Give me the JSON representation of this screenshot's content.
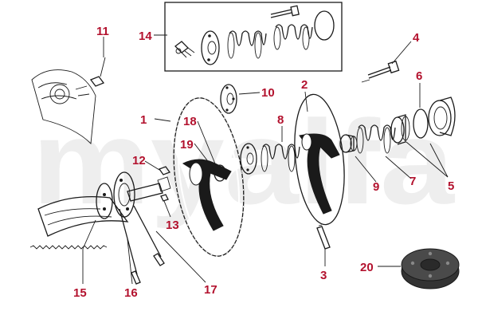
{
  "watermark": "myalfa",
  "part_numbers": {
    "p1": "1",
    "p2": "2",
    "p3": "3",
    "p4": "4",
    "p5": "5",
    "p6": "6",
    "p7": "7",
    "p8": "8",
    "p9": "9",
    "p10": "10",
    "p11": "11",
    "p12": "12",
    "p13": "13",
    "p14": "14",
    "p15": "15",
    "p16": "16",
    "p17": "17",
    "p18": "18",
    "p19": "19",
    "p20": "20"
  },
  "colors": {
    "label": "#b3122e",
    "ink": "#1a1a1a",
    "watermark": "#eeeeee"
  }
}
